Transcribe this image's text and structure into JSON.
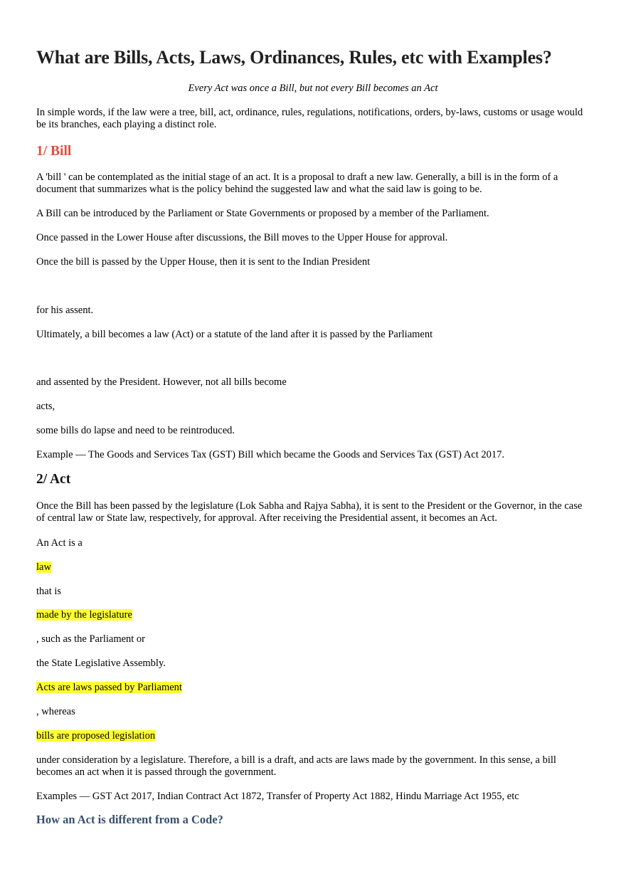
{
  "title": "What are Bills, Acts, Laws, Ordinances, Rules, etc with Examples?",
  "subtitle": "Every Act was once a Bill, but not every Bill becomes an Act",
  "intro": "In simple words, if the law were a tree, bill, act, ordinance, rules, regulations, notifications, orders, by-laws, customs or usage would be its branches, each playing a distinct role.",
  "bill_section": {
    "heading": "1/ Bill",
    "p1": "A 'bill ' can be contemplated as the initial stage of an act. It is a proposal to draft a new law. Generally, a bill is in the form of a document that summarizes what is the policy behind the suggested law and what the said law is going to be.",
    "p2": "A Bill can be introduced by the Parliament or State Governments or proposed by a member of the Parliament.",
    "p3": "Once passed in the Lower House after discussions, the Bill moves to the Upper House for approval.",
    "p4": "Once the bill is passed by the Upper House, then it is sent to the Indian President",
    "p5": "for his assent.",
    "p6": "Ultimately, a bill becomes a law (Act) or a statute of the land after it is passed by the Parliament",
    "p7": "and assented by the President. However, not all bills become",
    "p8": "acts,",
    "p9": "some bills do lapse and need to be reintroduced.",
    "p10": "Example — The Goods and Services Tax (GST) Bill which became the Goods and Services Tax (GST) Act 2017."
  },
  "act_section": {
    "heading": "2/ Act",
    "p1": "Once the Bill has been passed by the legislature (Lok Sabha and Rajya Sabha), it is sent to the President or the Governor, in the case of central law or State law, respectively, for approval. After receiving the Presidential assent, it becomes an Act.",
    "p2": "An Act is a",
    "p3_highlight": "law",
    "p4": "that is",
    "p5_highlight": "made by the legislature",
    "p6": ", such as the Parliament or",
    "p7": "the State Legislative Assembly.",
    "p8_highlight": "Acts are laws passed by Parliament",
    "p9": ", whereas",
    "p10_highlight": "bills are proposed legislation",
    "p11": "under consideration by a legislature. Therefore, a bill is a draft, and acts are laws made by the government. In this sense, a bill becomes an act when it is passed through the government.",
    "p12": "Examples — GST Act 2017, Indian Contract Act 1872, Transfer of Property Act 1882, Hindu Marriage Act 1955, etc"
  },
  "code_section": {
    "heading": "How an Act is different from a Code?"
  },
  "colors": {
    "bill_heading": "#e0503a",
    "code_heading": "#364f6b",
    "highlight": "#ffff33"
  }
}
